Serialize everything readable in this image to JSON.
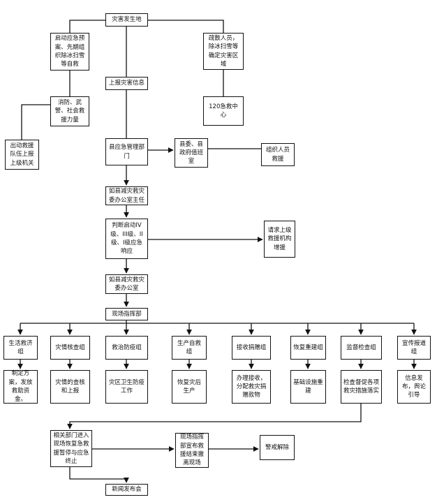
{
  "colors": {
    "line": "#111111",
    "background": "#ffffff"
  },
  "nodes": {
    "disaster_occurs": "灾害发生地",
    "start_plan": "启动应急预案、先期组织除冰扫雪等自救",
    "evacuate": "疏散人员，除冰扫雪等确定灾害区域",
    "report_info": "上报灾害信息",
    "firefighting": "消防、武警、社会救援力量",
    "emergency_120": "120急救中心",
    "dispatch_rescue": "出动救援队伍上报上级机关",
    "county_emergency": "县应急管理部门",
    "county_duty": "县委、县政府值班室",
    "organize_rescue": "组织人员救援",
    "committee_director": "如县减灾救灾委办公室主任",
    "judge_level": "判断启动IV级、III级、II级、I级应急响应",
    "request_support": "请求上级救援机构增援",
    "committee_office": "如县减灾救灾委办公室",
    "field_command": "现场指挥部",
    "group_relief": "生活救济组",
    "group_verify": "灾情核查组",
    "group_medical": "救治防疫组",
    "group_production": "生产自救组",
    "group_donation": "接收捐赠组",
    "group_rebuild": "恢复重建组",
    "group_supervise": "监督检查组",
    "group_publicity": "宣传报道组",
    "task_relief": "制定方案，发放救助资金。",
    "task_verify": "灾情的查核和上报",
    "task_medical": "灾区卫生防疫工作",
    "task_production": "恢复灾后生产",
    "task_donation": "办理接收，分配救灾捐赠款物",
    "task_rebuild": "基础设施重建",
    "task_supervise": "检查督促各项救灾措施落实",
    "task_publicity": "信息发布，舆论引导",
    "dept_terminate": "相关部门进入现场恢复急救援暂停与应急终止",
    "command_end": "现场指挥部宣布救援结束撤离现场",
    "alert_lift": "警戒解除",
    "press_release": "新闻发布会"
  }
}
